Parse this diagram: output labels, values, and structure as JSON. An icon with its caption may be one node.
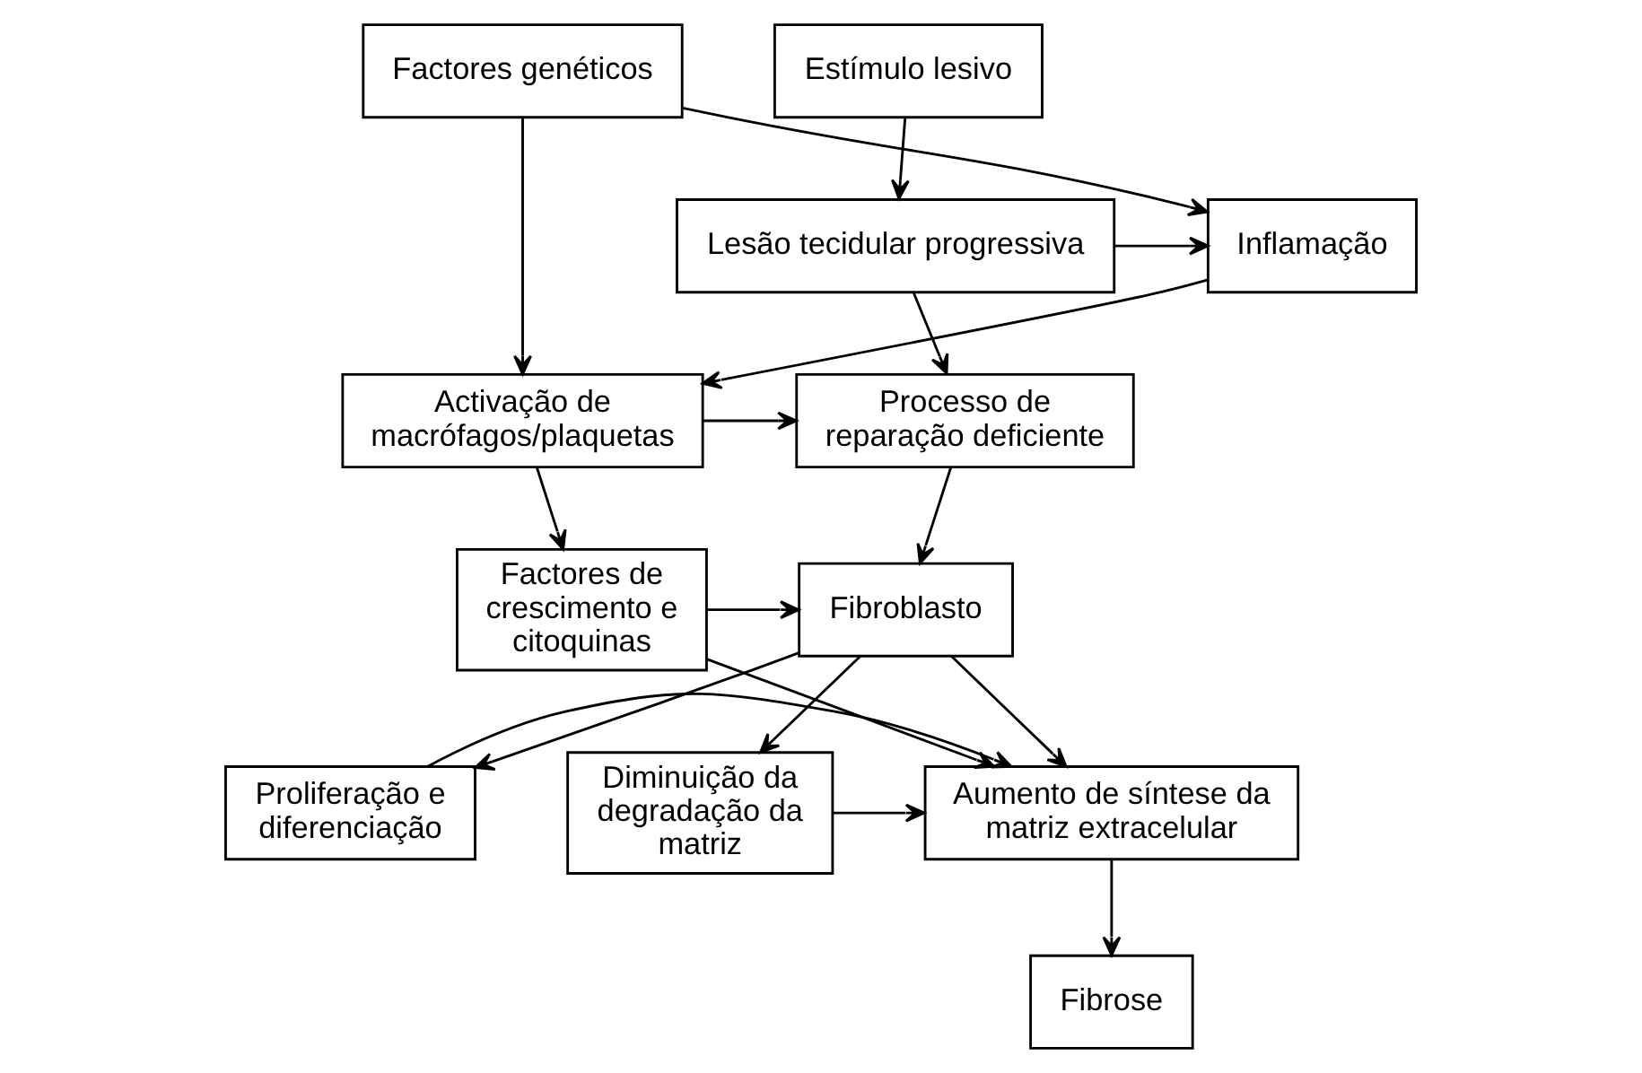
{
  "diagram": {
    "nodes": [
      {
        "text": [
          "Estímulo lesivo"
        ]
      },
      {
        "text": [
          "Factores genéticos"
        ]
      },
      {
        "text": [
          "Lesão tecidular progressiva"
        ]
      },
      {
        "text": [
          "Inflamação"
        ]
      },
      {
        "text": [
          "Processo de reparação deficiente"
        ]
      },
      {
        "text": [
          "Activação de macrófagos/plaquetas"
        ]
      },
      {
        "text": [
          "Fibroblasto"
        ]
      },
      {
        "text": [
          "Factores de crescimento e citoquinas"
        ]
      },
      {
        "text": [
          "Diminuição da degradação da matriz"
        ]
      },
      {
        "text": [
          "Proliferação e diferenciação"
        ]
      },
      {
        "text": [
          "Aumento de síntese da matriz extracelular"
        ]
      },
      {
        "text": [
          "Fibrose"
        ]
      }
    ],
    "edges": [
      {
        "from": 0,
        "to": 2,
        "arrow": "to"
      },
      {
        "from": 2,
        "to": 3,
        "arrow": "to"
      },
      {
        "from": 1,
        "to": 3,
        "arrow": "to"
      },
      {
        "from": 1,
        "to": 5,
        "arrow": "to"
      },
      {
        "from": 2,
        "to": 4,
        "arrow": "to"
      },
      {
        "from": 3,
        "to": 5,
        "arrow": "to"
      },
      {
        "from": 5,
        "to": 4,
        "arrow": "to"
      },
      {
        "from": 5,
        "to": 7,
        "arrow": "to"
      },
      {
        "from": 7,
        "to": 6,
        "arrow": "to"
      },
      {
        "from": 7,
        "to": 10,
        "arrow": "to"
      },
      {
        "from": 4,
        "to": 6,
        "arrow": "to"
      },
      {
        "from": 6,
        "to": 8,
        "arrow": "to"
      },
      {
        "from": 6,
        "to": 9,
        "arrow": "to"
      },
      {
        "from": 6,
        "to": 10,
        "arrow": "to"
      },
      {
        "from": 8,
        "to": 10,
        "arrow": "to"
      },
      {
        "from": 9,
        "to": 10,
        "arrow": "to"
      },
      {
        "from": 10,
        "to": 11,
        "arrow": "to"
      }
    ]
  }
}
